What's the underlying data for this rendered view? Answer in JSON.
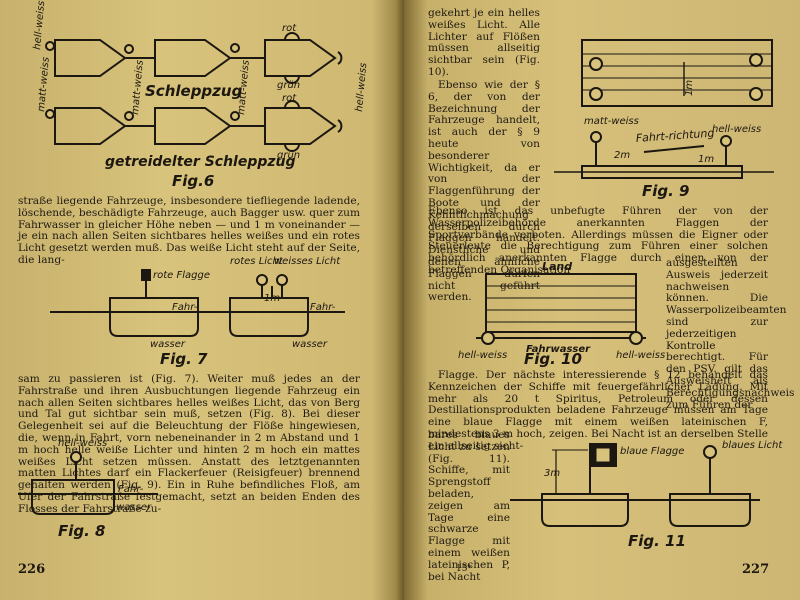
{
  "left_page": {
    "page_number": "226",
    "fig6": {
      "label_schleppzug": "Schleppzug",
      "label_matt_weiss_left": "matt-weiss",
      "label_matt_weiss_mid": "matt-weiss",
      "label_matt_weiss_right": "matt-weiss",
      "label_hell_weiss_left": "hell-weiss",
      "label_rot_top": "rot",
      "label_gruen_top": "grün",
      "label_rot_bottom": "rot",
      "label_gruen_bottom": "grün",
      "label_hell_weiss_right": "hell-weiss",
      "subtitle": "getreidelter Schleppzug",
      "caption": "Fig.6"
    },
    "paragraph1": "straße liegende Fahrzeuge, insbesondere tiefliegende ladende, löschende, beschädigte Fahrzeuge, auch Bagger usw. quer zum Fahrwasser in gleicher Höhe neben — und 1 m voneinander — je ein nach allen Seiten sichtbares helles weißes und ein rotes Licht gesetzt werden muß. Das weiße Licht steht auf der Seite, die lang-",
    "fig7": {
      "label_rote_flagge": "rote Flagge",
      "label_rotes_licht": "rotes Licht",
      "label_weisses_licht": "weisses Licht",
      "label_1m": "1m",
      "label_fahrwasser_left": "Fahr-",
      "label_fahrwasser_mid": "wasser",
      "label_fahrwasser_right": "Fahr-",
      "label_wasser_right": "wasser",
      "caption": "Fig. 7"
    },
    "paragraph2": "sam zu passieren ist (Fig. 7). Weiter muß jedes an der Fahrstraße und ihren Ausbuchtungen liegende Fahrzeug ein nach allen Seiten sichtbares helles weißes Licht, das von Berg und Tal gut sichtbar sein muß, setzen (Fig. 8). Bei dieser Gelegenheit sei auf die Beleuchtung der Flöße hingewiesen, die, wenn in Fahrt, vorn nebeneinander in 2 m Abstand und 1 m hoch helle weiße Lichter und hinten 2 m hoch ein mattes weißes Licht setzen müssen. Anstatt des letztgenannten matten Lichtes darf ein Flackerfeuer (Reisigfeuer) brennend gehalten werden (Fig. 9). Ein in Ruhe befindliches Floß, am Ufer der Fahrstraße festgemacht, setzt an beiden Enden des Flosses der Fahrstraße zu-",
    "fig8": {
      "label_hell_weiss": "hell-weiss",
      "label_fahr": "Fahr-",
      "label_wasser": "wasser",
      "caption": "Fig. 8"
    }
  },
  "right_page": {
    "page_number": "227",
    "footer_signature": "15*",
    "paragraph1": "gekehrt je ein helles weißes Licht. Alle Lichter auf Flößen müssen allseitig sichtbar sein (Fig. 10).",
    "paragraph2": "Ebenso wie der § 6, der von der Bezeichnung der Fahrzeuge handelt, ist auch der § 9 heute von besonderer Wichtigkeit, da er von der Flaggenführung der Boote und der Kenntlichmachung derselben durch Flaggen handelt. Dienstliche und denen ähnliche Flaggen dürfen nicht geführt werden.",
    "paragraph3": "Ebenso ist das unbefugte Führen der von der Wasserpolizeibehörde anerkannten Flaggen der Sportverbände verboten. Allerdings müssen die Eigner oder Steuerleute die Berechtigung zum Führen einer solchen behördlich anerkannten Flagge durch einen von der betreffenden Organisation",
    "paragraph4": "ausgestellten Ausweis jederzeit nachweisen können. Die Wasserpolizeibeamten sind zur jederzeitigen Kontrolle berechtigt. Für den PSV. gilt das Ausweisheft als Berechtigungsnachweis zum Führen der",
    "paragraph5": "Flagge. Der nächste interessierende § 12 behandelt das Kennzeichen der Schiffe mit feuergefährlicher Ladung. Mit mehr als 20 t Spiritus, Petroleum oder dessen Destillationsprodukten beladene Fahrzeuge müssen am Tage eine blaue Flagge mit einem weißen lateinischen F, mindestens 3 m hoch, zeigen. Bei Nacht ist an derselben Stelle ein allseitig sicht-",
    "paragraph6": "bares blaues Licht zu setzen (Fig. 11). Schiffe, mit Sprengstoff beladen, zeigen am Tage eine schwarze Flagge mit einem weißen lateinischen P, bei Nacht",
    "fig9": {
      "label_1m_top": "1m",
      "label_matt_weiss": "matt-weiss",
      "label_fahrtrichtung": "Fahrt-richtung",
      "label_hell_weiss": "hell-weiss",
      "label_2m": "2m",
      "label_1m_bottom": "1m",
      "caption": "Fig. 9"
    },
    "fig10": {
      "label_land": "Land",
      "label_fahrwasser": "Fahrwasser",
      "label_hell_weiss_left": "hell-weiss",
      "label_hell_weiss_right": "hell-weiss",
      "caption": "Fig. 10"
    },
    "fig11": {
      "label_blaue_flagge": "blaue Flagge",
      "label_blaues_licht": "blaues Licht",
      "label_3m": "3m",
      "caption": "Fig. 11"
    }
  }
}
